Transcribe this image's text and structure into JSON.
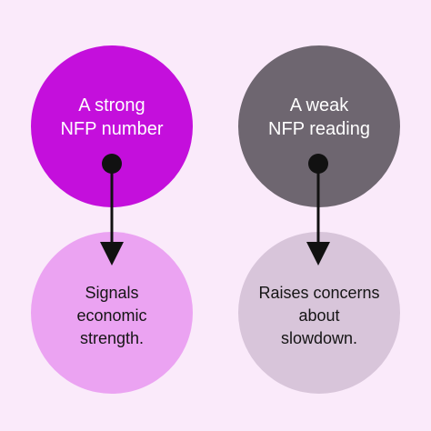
{
  "colors": {
    "background": "#faeafa",
    "strong_top": "#c40fdc",
    "strong_bottom": "#eba3f2",
    "weak_top": "#6e6670",
    "weak_bottom": "#d8c5da",
    "connector": "#111111"
  },
  "left": {
    "top_label": "A strong\nNFP number",
    "bottom_label": "Signals\neconomic\nstrength."
  },
  "right": {
    "top_label": "A weak\nNFP reading",
    "bottom_label": "Raises concerns\nabout\nslowdown."
  }
}
